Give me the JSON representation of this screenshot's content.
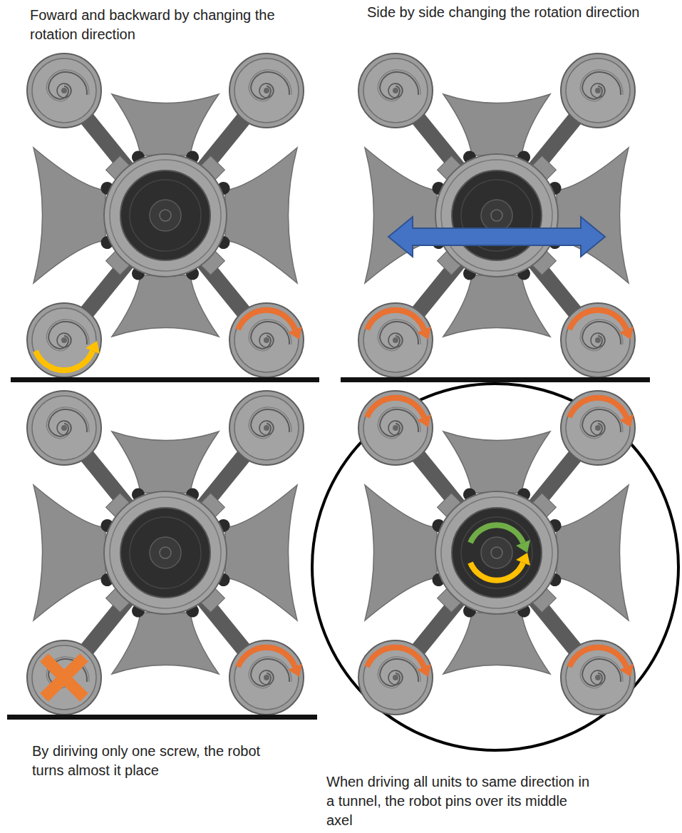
{
  "diagram": {
    "labels": [
      "Foward and backward by changing the rotation direction",
      "Side by side changing the rotation direction",
      "By diriving only one screw, the robot turns almost it place",
      "When driving all units to same direction in a tunnel, the robot pins over its middle axel"
    ]
  }
}
